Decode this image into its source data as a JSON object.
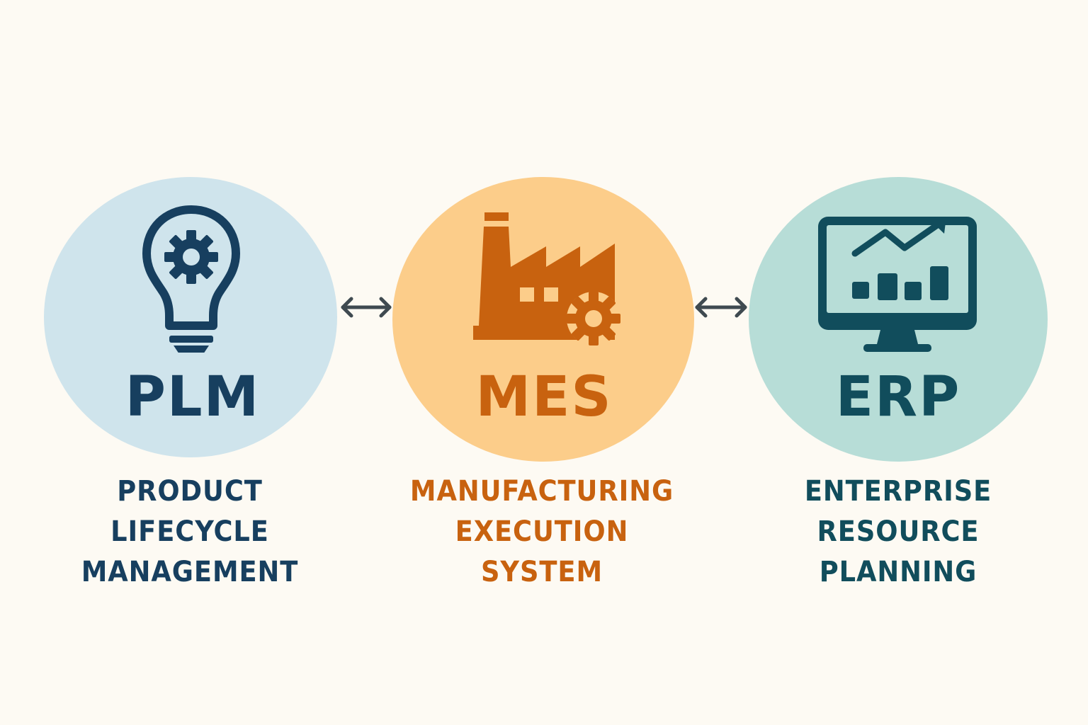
{
  "diagram": {
    "colors": {
      "background": "#fdfaf3",
      "plm_fill": "#cfe4ec",
      "plm_text": "#173f5f",
      "mes_fill": "#fccd8a",
      "mes_text": "#c8620f",
      "erp_fill": "#b7ddd7",
      "erp_text": "#114d5c",
      "arrow": "#3f4a50"
    },
    "nodes": [
      {
        "abbr": "PLM",
        "icon": "lightbulb-gear-icon",
        "description_lines": [
          "PRODUCT",
          "LIFECYCLE",
          "MANAGEMENT"
        ]
      },
      {
        "abbr": "MES",
        "icon": "factory-gear-icon",
        "description_lines": [
          "MANUFACTURING",
          "EXECUTION",
          "SYSTEM"
        ]
      },
      {
        "abbr": "ERP",
        "icon": "monitor-chart-icon",
        "description_lines": [
          "ENTERPRISE",
          "RESOURCE",
          "PLANNING"
        ]
      }
    ],
    "connections": [
      {
        "from": "PLM",
        "to": "MES",
        "type": "bidirectional"
      },
      {
        "from": "MES",
        "to": "ERP",
        "type": "bidirectional"
      }
    ]
  }
}
